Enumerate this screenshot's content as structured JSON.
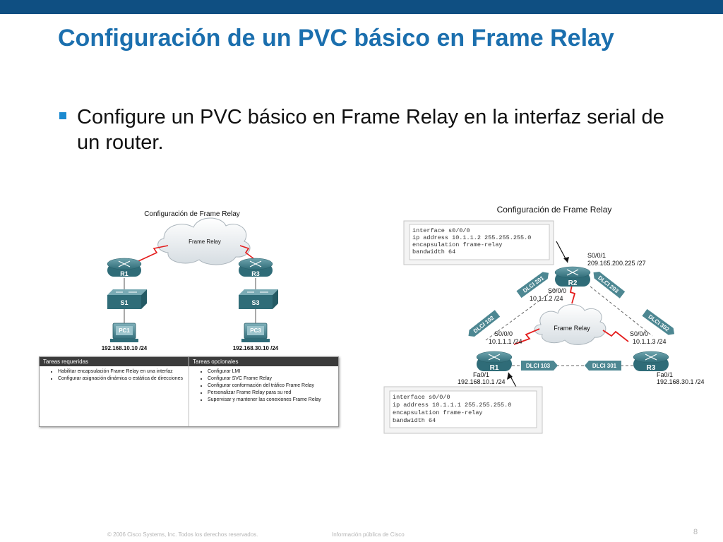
{
  "slide": {
    "title": "Configuración de un PVC básico en Frame Relay",
    "bullet": "Configure un PVC básico en Frame Relay en la interfaz serial de un router.",
    "footer_copyright": "© 2006 Cisco Systems, Inc. Todos los derechos reservados.",
    "footer_info": "Información pública de Cisco",
    "page_number": "8",
    "colors": {
      "top_bar": "#0f4f82",
      "title": "#1b6fae",
      "bullet": "#1b8ad0",
      "router": "#3f7f8c",
      "lightning": "#e41c1c",
      "dlci_tag": "#4d8792"
    }
  },
  "left_figure": {
    "title": "Configuración de Frame Relay",
    "cloud_label": "Frame Relay",
    "routers": [
      "R1",
      "R3"
    ],
    "switches": [
      "S1",
      "S3"
    ],
    "pcs": [
      "PC1",
      "PC3"
    ],
    "pc_addresses": [
      "192.168.10.10 /24",
      "192.168.30.10 /24"
    ],
    "icons": [
      "router-icon",
      "switch-icon",
      "pc-icon",
      "cloud-icon",
      "serial-link-icon"
    ],
    "table": {
      "required": {
        "header": "Tareas requeridas",
        "items": [
          "Habilitar encapsulación Frame Relay en una interfaz",
          "Configurar asignación dinámica o estática de direcciones"
        ]
      },
      "optional": {
        "header": "Tareas opcionales",
        "items": [
          "Configurar LMI",
          "Configurar SVC Frame Relay",
          "Configurar conformación del tráfico Frame Relay",
          "Personalizar Frame Relay para su red",
          "Supervisar y mantener las conexiones Frame Relay"
        ]
      }
    }
  },
  "right_figure": {
    "title": "Configuración de Frame Relay",
    "cloud_label": "Frame Relay",
    "config_r2": [
      "interface s0/0/0",
      "ip address 10.1.1.2 255.255.255.0",
      "encapsulation frame-relay",
      "bandwidth 64"
    ],
    "config_r1": [
      "interface s0/0/0",
      "ip address 10.1.1.1 255.255.255.0",
      "encapsulation frame-relay",
      "bandwidth 64"
    ],
    "r2": {
      "label": "R2",
      "s001": "S0/0/1",
      "s001_ip": "209.165.200.225 /27",
      "s000": "S0/0/0",
      "s000_ip": "10.1.1.2 /24"
    },
    "r1": {
      "label": "R1",
      "s000": "S0/0/0",
      "s000_ip": "10.1.1.1 /24",
      "fa01": "Fa0/1",
      "fa01_ip": "192.168.10.1 /24"
    },
    "r3": {
      "label": "R3",
      "s000": "S0/0/0",
      "s000_ip": "10.1.1.3 /24",
      "fa01": "Fa0/1",
      "fa01_ip": "192.168.30.1 /24"
    },
    "dlci": {
      "d201": "DLCI 201",
      "d203": "DLCI 203",
      "d102": "DLCI 102",
      "d302": "DLCI 302",
      "d103": "DLCI 103",
      "d301": "DLCI 301"
    },
    "icons": [
      "router-icon",
      "cloud-icon",
      "arrow-icon",
      "serial-link-icon"
    ]
  }
}
